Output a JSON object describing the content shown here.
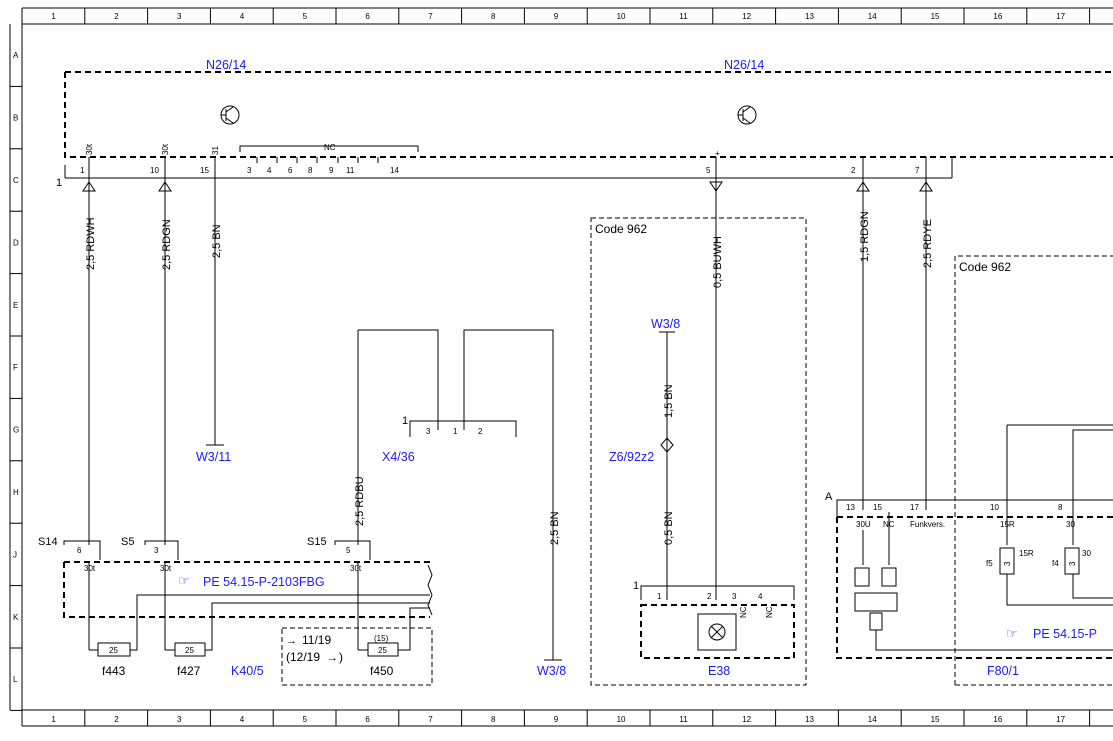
{
  "grid": {
    "columns": [
      "1",
      "2",
      "3",
      "4",
      "5",
      "6",
      "7",
      "8",
      "9",
      "10",
      "11",
      "12",
      "13",
      "14",
      "15",
      "16",
      "17"
    ],
    "rows": [
      "A",
      "B",
      "C",
      "D",
      "E",
      "F",
      "G",
      "H",
      "J",
      "K",
      "L"
    ]
  },
  "components": {
    "n26_left": "N26/14",
    "n26_right": "N26/14",
    "w3_11": "W3/11",
    "x4_36": "X4/36",
    "w3_8_bottom": "W3/8",
    "w3_8_top": "W3/8",
    "z6": "Z6/92z2",
    "e38": "E38",
    "f80": "F80/1",
    "k40": "K40/5",
    "f443": "f443",
    "f427": "f427",
    "f450": "f450"
  },
  "codes": {
    "code_mid": "Code 962",
    "code_right": "Code 962"
  },
  "references": {
    "ref_left": "PE 54.15-P-2103FBG",
    "ref_right": "PE 54.15-P"
  },
  "wires": {
    "rdwh": "2,5 RDWH",
    "rdgn": "2,5 RDGN",
    "bn": "2,5 BN",
    "rdbu": "2,5 RDBU",
    "bn_right": "2,5 BN",
    "buwh": "0,5 BUWH",
    "rdgn15": "1,5 RDGN",
    "rdye": "2,5 RDYE",
    "bn15": "1,5 BN",
    "bn05": "0,5 BN"
  },
  "connector_c": {
    "row_label": "1",
    "pins": [
      "1",
      "10",
      "15",
      "3",
      "4",
      "6",
      "8",
      "9",
      "11",
      "14",
      "5",
      "2",
      "7"
    ],
    "terms": [
      "30t",
      "30t",
      "31",
      "+"
    ],
    "nc": "NC"
  },
  "switches": {
    "s14": "S14",
    "s5": "S5",
    "s15": "S15",
    "pin6": "6",
    "pin3": "3",
    "pin5": "5",
    "t30t": "30t"
  },
  "fuses": {
    "f25": "25",
    "f15": "(15)"
  },
  "k40_text": {
    "line1": "11/19",
    "line2": "(12/19",
    "arrow": "→"
  },
  "x4": {
    "one": "1",
    "p3": "3",
    "p1": "1",
    "p2": "2"
  },
  "e38_pins": {
    "one": "1",
    "p1": "1",
    "p2": "2",
    "p3": "3",
    "p4": "4",
    "nc": "NC"
  },
  "module_a": {
    "label": "A",
    "pins": [
      "13",
      "15",
      "17",
      "10",
      "8"
    ],
    "terms": [
      "30U",
      "NC",
      "Funkvers.",
      "15R",
      "30"
    ],
    "fuse_f5": "f5",
    "fuse_f4": "f4",
    "f5_term": "15R",
    "f4_term": "30",
    "fuse_val": "3"
  }
}
